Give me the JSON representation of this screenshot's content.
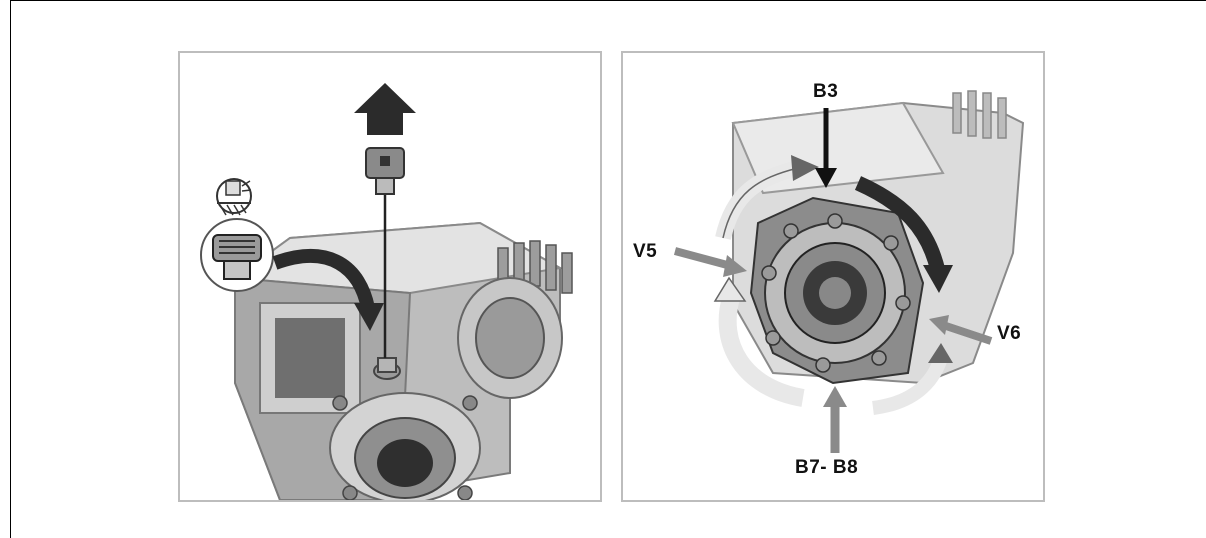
{
  "figure": {
    "left_panel": {
      "illustration": "gearbox-vent-plug-replacement",
      "icons": [
        "up-arrow-icon",
        "sealant-hatch-icon",
        "vent-plug-icon",
        "curved-arrow-icon"
      ]
    },
    "right_panel": {
      "illustration": "gearbox-mounting-positions",
      "labels": {
        "b3": "B3",
        "v5": "V5",
        "v6": "V6",
        "b7_b8": "B7- B8"
      }
    },
    "colors": {
      "border": "#bdbdbd",
      "dark_arrow": "#2b2b2b",
      "grey_arrow": "#8a8a8a",
      "light_arrow": "#d9d9d9"
    }
  }
}
